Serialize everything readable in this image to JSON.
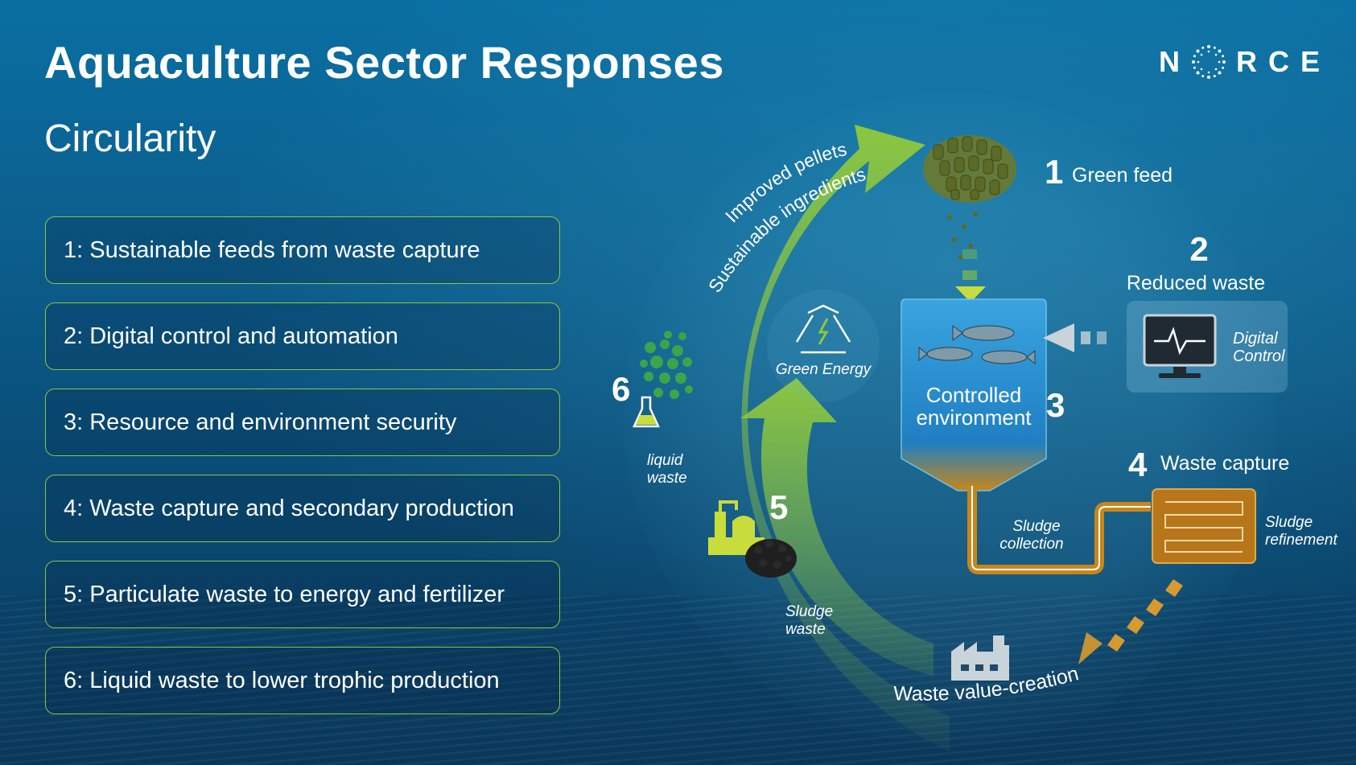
{
  "header": {
    "title": "Aquaculture Sector Responses",
    "subtitle": "Circularity",
    "logo_text": "N RCE"
  },
  "responses": [
    "1: Sustainable feeds from waste capture",
    "2: Digital control and automation",
    "3: Resource and environment security",
    "4: Waste capture and secondary production",
    "5: Particulate waste to energy and fertilizer",
    "6: Liquid waste to lower trophic production"
  ],
  "diagram": {
    "arrow_line1": "Improved pellets",
    "arrow_line2": "Sustainable ingredients",
    "green_energy": "Green Energy",
    "steps": {
      "s1_num": "1",
      "s1_label": "Green feed",
      "s2_num": "2",
      "s2_label": "Reduced waste",
      "s2_sub1": "Digital",
      "s2_sub2": "Control",
      "s3_num": "3",
      "s3_label1": "Controlled",
      "s3_label2": "environment",
      "s4_num": "4",
      "s4_label": "Waste capture",
      "s4_sub1": "Sludge",
      "s4_sub2": "refinement",
      "s5_num": "5",
      "s6_num": "6"
    },
    "sludge_collection1": "Sludge",
    "sludge_collection2": "collection",
    "sludge_waste1": "Sludge",
    "sludge_waste2": "waste",
    "liquid_waste1": "liquid",
    "liquid_waste2": "waste",
    "value_creation": "Waste value-creation"
  },
  "colors": {
    "accent_green": "#8cc63f",
    "tank_blue": "#2b8fd0",
    "pipe_orange": "#c8861a"
  }
}
